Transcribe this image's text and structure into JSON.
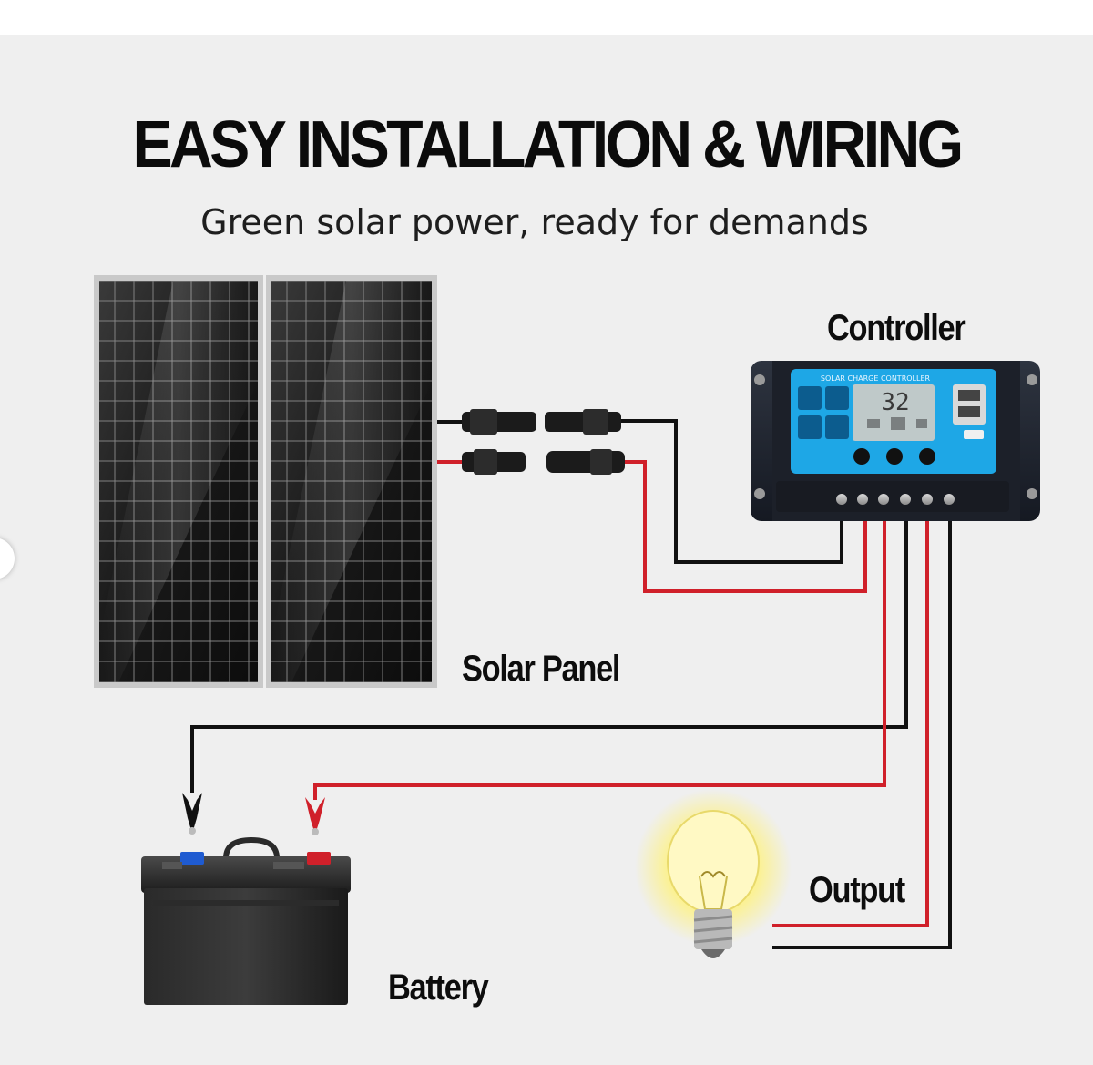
{
  "header": {
    "title": "EASY INSTALLATION & WIRING",
    "subtitle": "Green solar power, ready for demands"
  },
  "labels": {
    "controller": "Controller",
    "solar_panel": "Solar Panel",
    "output": "Output",
    "battery": "Battery"
  },
  "controller": {
    "brand_text": "SOLAR CHARGE CONTROLLER",
    "display_value": "32"
  },
  "colors": {
    "background": "#efefef",
    "positive_wire": "#d0202a",
    "negative_wire": "#111111",
    "controller_face": "#1ea7e6",
    "bulb_glow": "#fff27a"
  }
}
